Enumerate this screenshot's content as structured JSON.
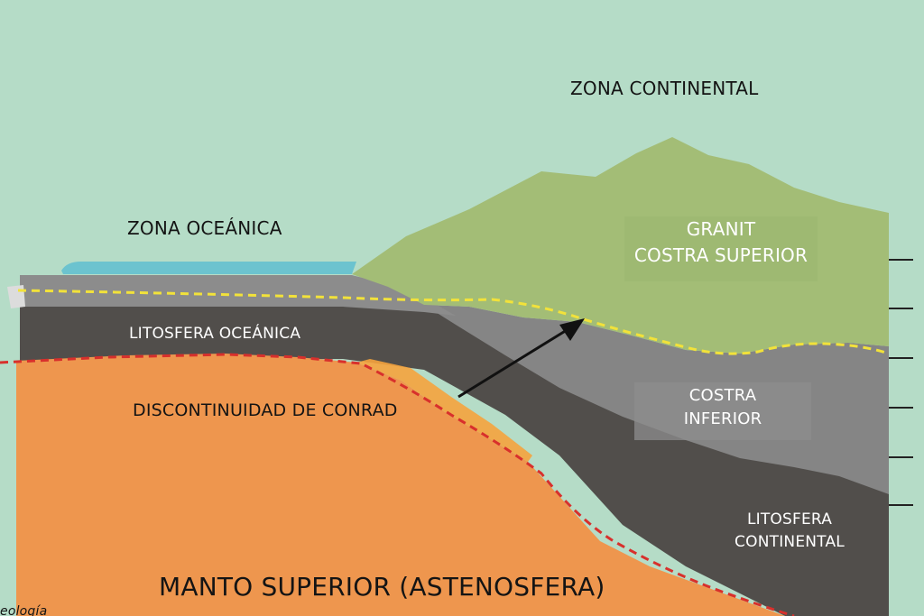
{
  "labels": {
    "continental_zone": "ZONA CONTINENTAL",
    "oceanic_zone": "ZONA OCEÁNICA",
    "granite_line1": "GRANIT",
    "granite_line2": "COSTRA SUPERIOR",
    "oceanic_lithosphere": "LITOSFERA OCEÁNICA",
    "conrad": "DISCONTINUIDAD DE CONRAD",
    "lower_crust_line1": "COSTRA",
    "lower_crust_line2": "INFERIOR",
    "continental_lithosphere_line1": "LITOSFERA",
    "continental_lithosphere_line2": "CONTINENTAL",
    "upper_mantle": "MANTO SUPERIOR (ASTENOSFERA)",
    "watermark": "eología"
  },
  "colors": {
    "background": "#b5dcc7",
    "granite": "#a3bd76",
    "sea": "#6cc3cf",
    "oceanic_crust": "#8c8c8c",
    "lithosphere_dark": "#514e4b",
    "lower_crust": "#858585",
    "mantle": "#ee964e",
    "mantle_edge": "#f5a33d",
    "conrad_line": "#f2e23a",
    "moho_line": "#d8302c"
  }
}
